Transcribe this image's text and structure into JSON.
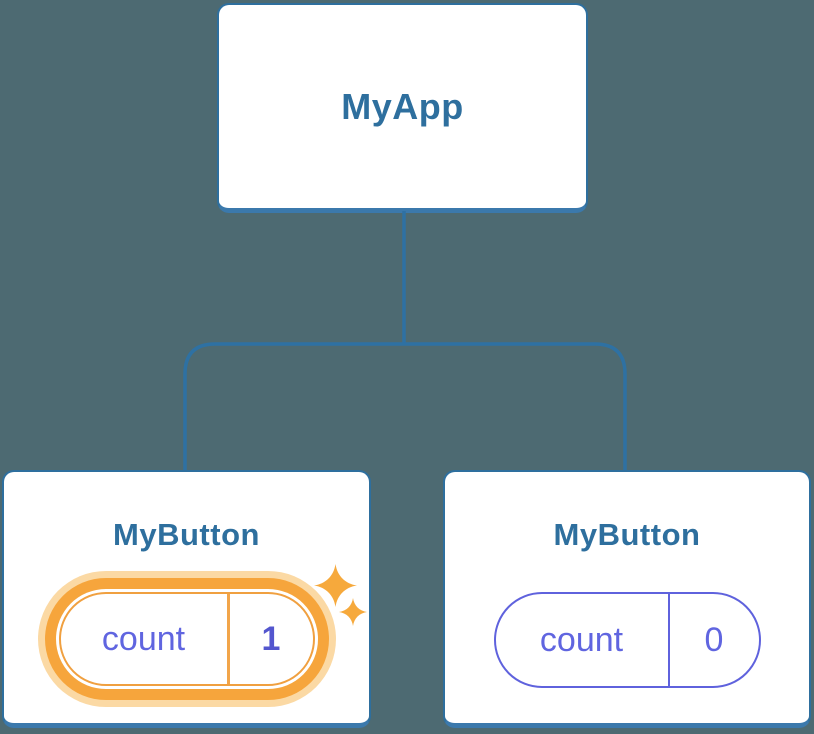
{
  "canvas": {
    "background": "#4D6A72"
  },
  "root_node": {
    "label": "MyApp"
  },
  "left_button": {
    "label": "MyButton",
    "state_key": "count",
    "state_value": "1",
    "highlighted": true
  },
  "right_button": {
    "label": "MyButton",
    "state_key": "count",
    "state_value": "0",
    "highlighted": false
  },
  "icons": {
    "large_sparkle": "sparkle-icon",
    "small_sparkle": "sparkle-icon"
  },
  "colors": {
    "background": "#4D6A72",
    "card_fill": "#FFFFFF",
    "card_border": "#2E6F9E",
    "card_border_bottom": "#3B79AC",
    "connector_line": "#2E71A3",
    "title_text": "#2E6F9E",
    "state_text": "#6065E0",
    "highlighted_value_text": "#5356CE",
    "pill_border_plain": "#5F62DD",
    "pill_border_highlight": "#F0A040",
    "highlight_ring": "#F6A53C",
    "highlight_glow": "#FBD9A4",
    "sparkle": "#F6A93C"
  }
}
